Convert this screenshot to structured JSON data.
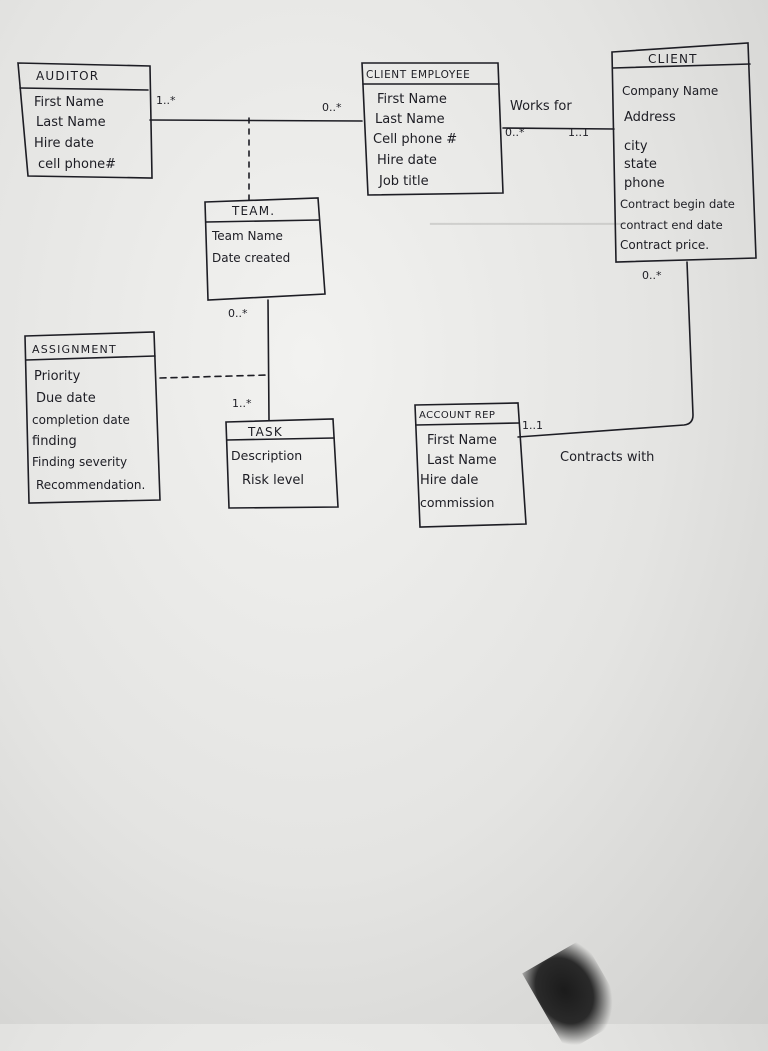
{
  "entities": {
    "auditor": {
      "title": "AUDITOR",
      "attributes": [
        "First Name",
        "Last Name",
        "Hire date",
        "cell phone#"
      ]
    },
    "client_employee": {
      "title": "CLIENT EMPLOYEE",
      "attributes": [
        "First Name",
        "Last Name",
        "Cell phone #",
        "Hire date",
        "Job title"
      ]
    },
    "client": {
      "title": "CLIENT",
      "attributes": [
        "Company Name",
        "Address",
        "city",
        "state",
        "phone",
        "Contract begin date",
        "contract end date",
        "Contract price."
      ]
    },
    "team": {
      "title": "TEAM.",
      "attributes": [
        "Team Name",
        "Date created"
      ]
    },
    "assignment": {
      "title": "ASSIGNMENT",
      "attributes": [
        "Priority",
        "Due date",
        "completion date",
        "finding",
        "Finding severity",
        "Recommendation."
      ]
    },
    "task": {
      "title": "TASK",
      "attributes": [
        "Description",
        "Risk level"
      ]
    },
    "account_rep": {
      "title": "ACCOUNT REP",
      "attributes": [
        "First Name",
        "Last Name",
        "Hire dale",
        "commission"
      ]
    }
  },
  "relationships": {
    "works_for": "Works for",
    "contracts_with": "Contracts with"
  },
  "cardinalities": {
    "auditor_side": "1..*",
    "employee_left": "0..*",
    "employee_right": "0..*",
    "client_left": "1..1",
    "client_bottom": "0..*",
    "team_bottom": "0..*",
    "task_top": "1..*",
    "rep_right": "1..1"
  }
}
